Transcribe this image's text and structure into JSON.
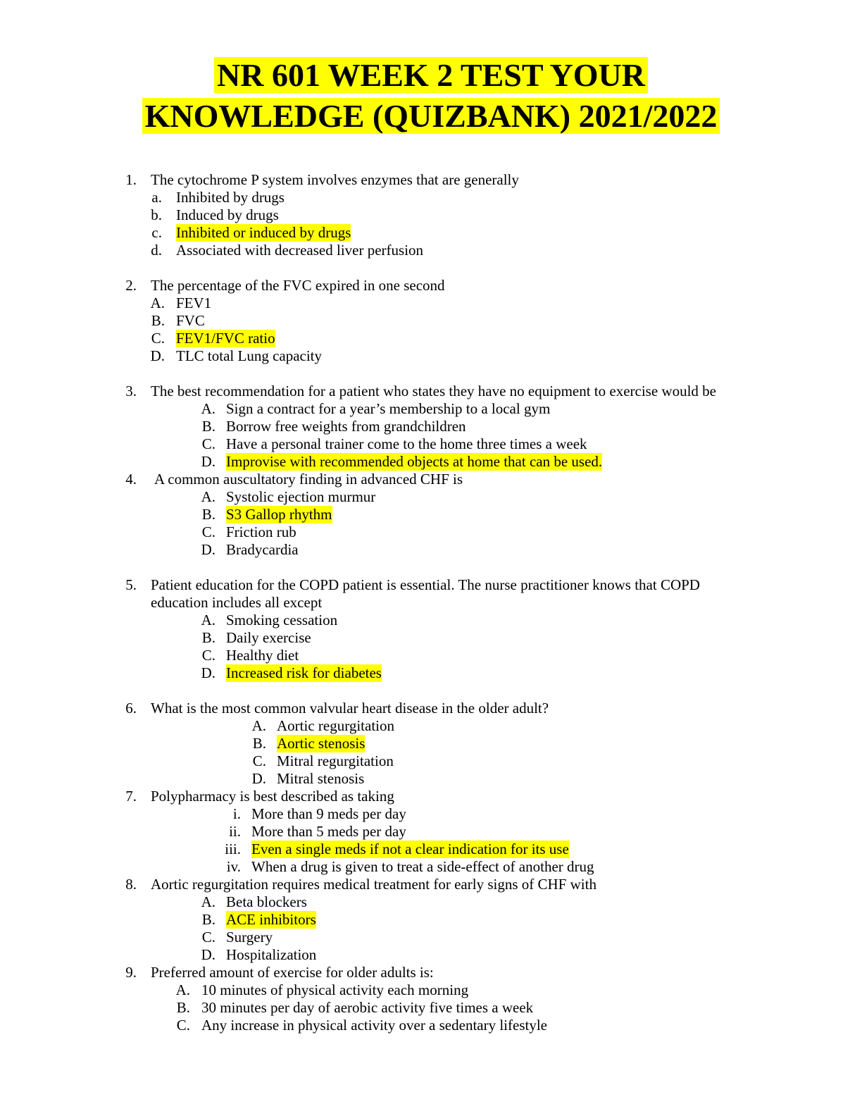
{
  "title": {
    "line1": "NR 601 WEEK 2 TEST YOUR",
    "line2": "KNOWLEDGE (QUIZBANK) 2021/2022"
  },
  "questions": [
    {
      "number": "1.",
      "text": "The cytochrome P system involves enzymes that are generally",
      "options": [
        {
          "label": "a.",
          "text": "Inhibited by drugs"
        },
        {
          "label": "b.",
          "text": "Induced by drugs"
        },
        {
          "label": "c.",
          "text": "Inhibited or induced by drugs"
        },
        {
          "label": "d.",
          "text": "Associated with decreased liver perfusion"
        }
      ]
    },
    {
      "number": "2.",
      "text": "The percentage of the FVC expired in one second",
      "options": [
        {
          "label": "A.",
          "text": "FEV1"
        },
        {
          "label": "B.",
          "text": "FVC"
        },
        {
          "label": "C.",
          "text": "FEV1/FVC ratio"
        },
        {
          "label": "D.",
          "text": "TLC total Lung capacity"
        }
      ]
    },
    {
      "number": "3.",
      "text": "The best recommendation for a patient who states they have no equipment to exercise would be",
      "options": [
        {
          "label": "A.",
          "text": "Sign a contract for a year’s membership to a local gym"
        },
        {
          "label": "B.",
          "text": "Borrow free weights from grandchildren"
        },
        {
          "label": "C.",
          "text": "Have a personal trainer come to the home three times a week"
        },
        {
          "label": "D.",
          "text": "Improvise with recommended objects at home that can be used."
        }
      ]
    },
    {
      "number": "4.",
      "text": "A common auscultatory finding in advanced CHF is",
      "options": [
        {
          "label": "A.",
          "text": "Systolic ejection murmur"
        },
        {
          "label": "B.",
          "text": "S3 Gallop rhythm"
        },
        {
          "label": "C.",
          "text": "Friction rub"
        },
        {
          "label": "D.",
          "text": "Bradycardia"
        }
      ]
    },
    {
      "number": "5.",
      "text": "Patient education for the COPD patient is essential. The nurse practitioner knows that COPD",
      "text_cont": "education includes all except",
      "options": [
        {
          "label": "A.",
          "text": "Smoking cessation"
        },
        {
          "label": "B.",
          "text": "Daily exercise"
        },
        {
          "label": "C.",
          "text": "Healthy diet"
        },
        {
          "label": "D.",
          "text": "Increased risk for diabetes"
        }
      ]
    },
    {
      "number": "6.",
      "text": "What is the most common valvular heart disease in the older adult?",
      "options": [
        {
          "label": "A.",
          "text": "Aortic regurgitation"
        },
        {
          "label": "B.",
          "text": "Aortic stenosis"
        },
        {
          "label": "C.",
          "text": "Mitral regurgitation"
        },
        {
          "label": "D.",
          "text": "Mitral stenosis"
        }
      ]
    },
    {
      "number": "7.",
      "text": "Polypharmacy is best described as taking",
      "options": [
        {
          "label": "i.",
          "text": "More than 9 meds per day"
        },
        {
          "label": "ii.",
          "text": "More than 5 meds per day"
        },
        {
          "label": "iii.",
          "text": "Even a single meds if not a clear indication for its use"
        },
        {
          "label": "iv.",
          "text": "When a drug is given to treat a side-effect of another drug"
        }
      ]
    },
    {
      "number": "8.",
      "text": "Aortic regurgitation requires medical treatment for early signs of CHF with",
      "options": [
        {
          "label": "A.",
          "text": "Beta blockers"
        },
        {
          "label": "B.",
          "text": "ACE inhibitors"
        },
        {
          "label": "C.",
          "text": "Surgery"
        },
        {
          "label": "D.",
          "text": "Hospitalization"
        }
      ]
    },
    {
      "number": "9.",
      "text": "Preferred amount of exercise for older adults is:",
      "options": [
        {
          "label": "A.",
          "text": "10 minutes of physical activity each morning"
        },
        {
          "label": "B.",
          "text": "30 minutes per day of aerobic activity five times a week"
        },
        {
          "label": "C.",
          "text": "Any increase in physical activity over a sedentary lifestyle"
        }
      ]
    }
  ]
}
